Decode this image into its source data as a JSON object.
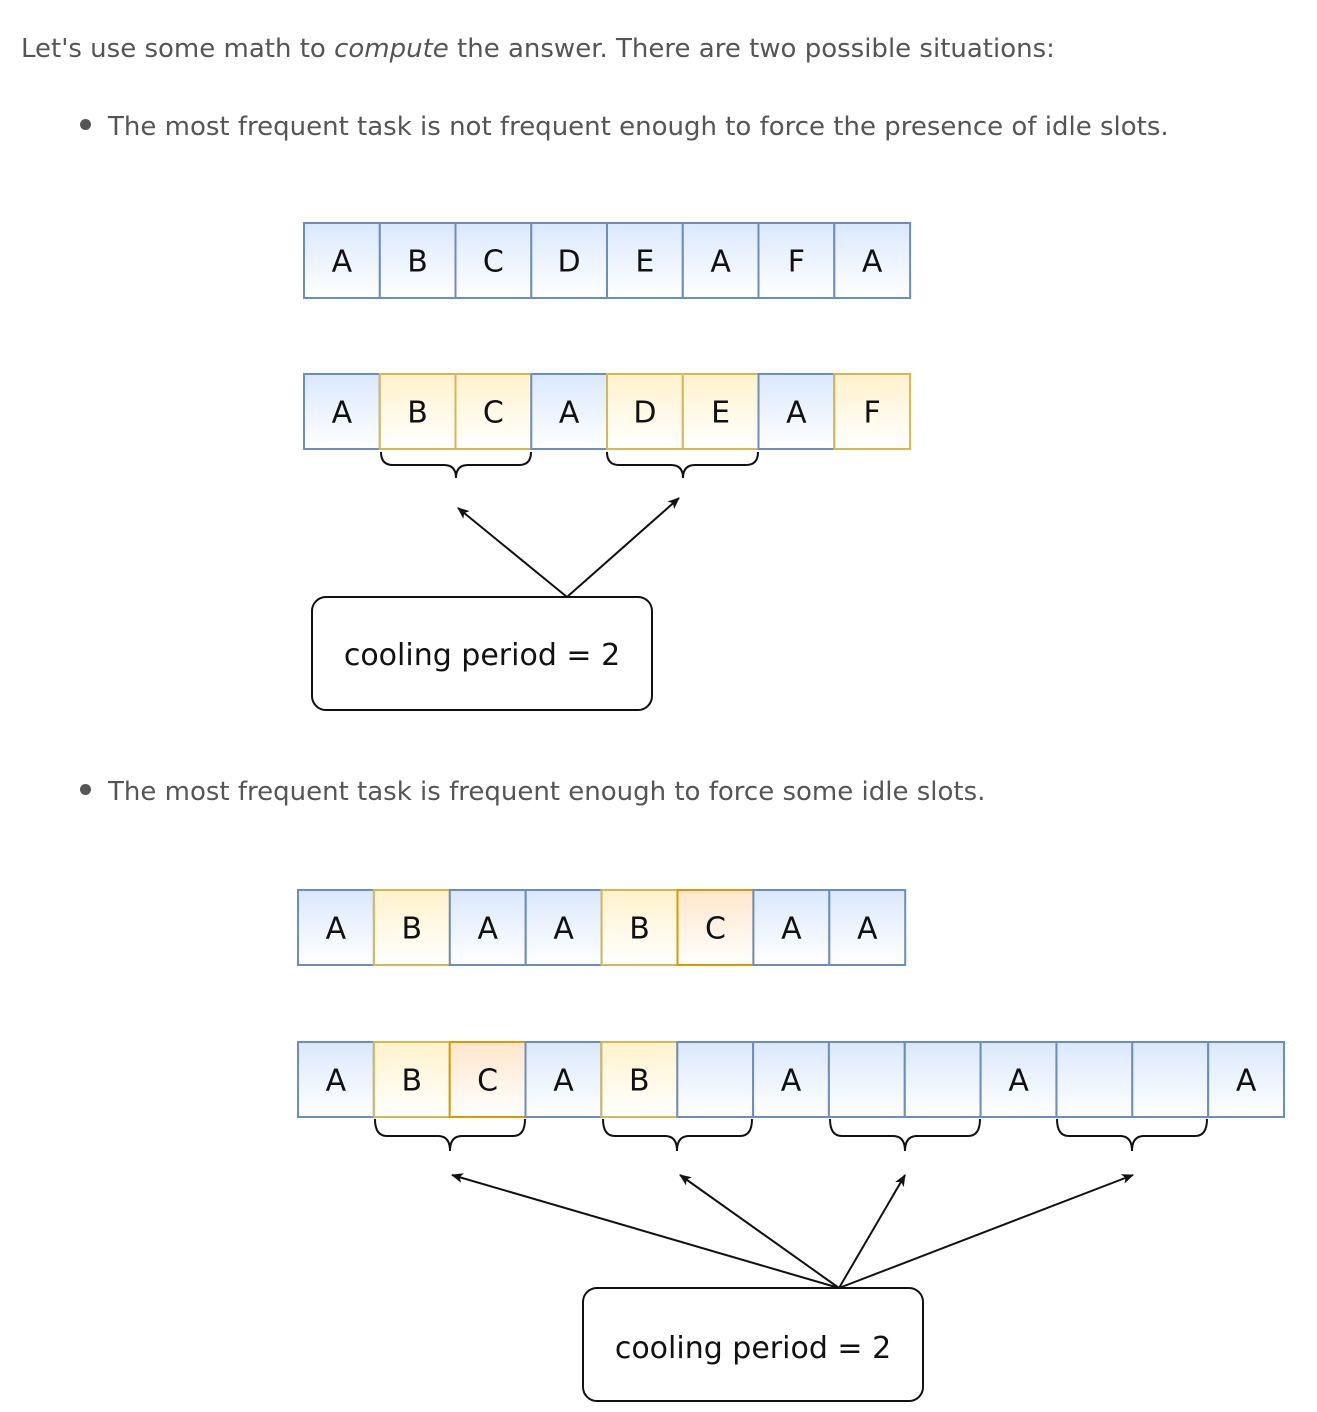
{
  "intro": {
    "before": "Let's use some math to ",
    "em": "compute",
    "after": " the answer. There are two possible situations:"
  },
  "bullets": [
    "The most frequent task is not frequent enough to force the presence of idle slots.",
    "The most frequent task is frequent enough to force some idle slots."
  ],
  "colors": {
    "blue_border": "#6c8ebf",
    "yellow_border": "#d6b656",
    "orange_border": "#d79b00"
  },
  "diagrams": [
    {
      "rows": [
        {
          "cells": [
            {
              "label": "A",
              "color": "blue"
            },
            {
              "label": "B",
              "color": "blue"
            },
            {
              "label": "C",
              "color": "blue"
            },
            {
              "label": "D",
              "color": "blue"
            },
            {
              "label": "E",
              "color": "blue"
            },
            {
              "label": "A",
              "color": "blue"
            },
            {
              "label": "F",
              "color": "blue"
            },
            {
              "label": "A",
              "color": "blue"
            }
          ]
        },
        {
          "cells": [
            {
              "label": "A",
              "color": "blue"
            },
            {
              "label": "B",
              "color": "yellow"
            },
            {
              "label": "C",
              "color": "yellow"
            },
            {
              "label": "A",
              "color": "blue"
            },
            {
              "label": "D",
              "color": "yellow"
            },
            {
              "label": "E",
              "color": "yellow"
            },
            {
              "label": "A",
              "color": "blue"
            },
            {
              "label": "F",
              "color": "yellow"
            }
          ]
        }
      ],
      "cooling_label": "cooling period = 2"
    },
    {
      "rows": [
        {
          "cells": [
            {
              "label": "A",
              "color": "blue"
            },
            {
              "label": "B",
              "color": "yellow"
            },
            {
              "label": "A",
              "color": "blue"
            },
            {
              "label": "A",
              "color": "blue"
            },
            {
              "label": "B",
              "color": "yellow"
            },
            {
              "label": "C",
              "color": "orange"
            },
            {
              "label": "A",
              "color": "blue"
            },
            {
              "label": "A",
              "color": "blue"
            }
          ]
        },
        {
          "cells": [
            {
              "label": "A",
              "color": "blue"
            },
            {
              "label": "B",
              "color": "yellow"
            },
            {
              "label": "C",
              "color": "orange"
            },
            {
              "label": "A",
              "color": "blue"
            },
            {
              "label": "B",
              "color": "yellow"
            },
            {
              "label": "",
              "color": "blue"
            },
            {
              "label": "A",
              "color": "blue"
            },
            {
              "label": "",
              "color": "blue"
            },
            {
              "label": "",
              "color": "blue"
            },
            {
              "label": "A",
              "color": "blue"
            },
            {
              "label": "",
              "color": "blue"
            },
            {
              "label": "",
              "color": "blue"
            },
            {
              "label": "A",
              "color": "blue"
            }
          ]
        }
      ],
      "cooling_label": "cooling period = 2"
    }
  ]
}
